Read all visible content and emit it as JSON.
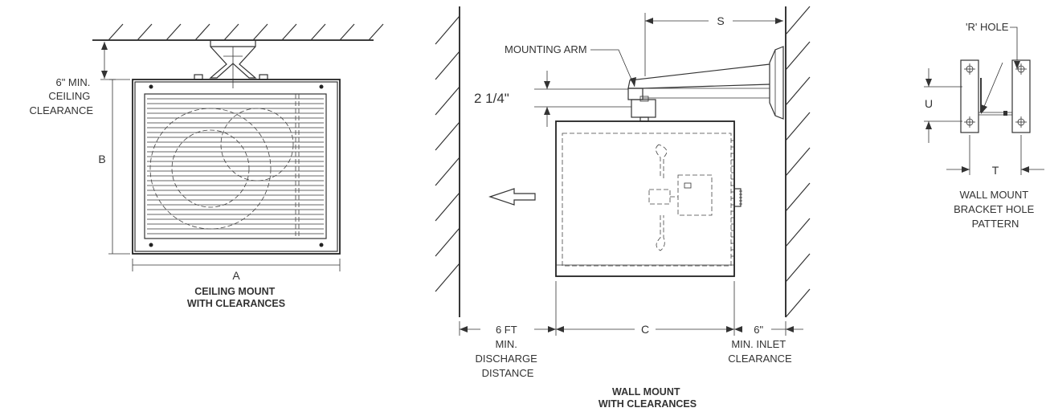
{
  "ceiling_view": {
    "clearance_label": [
      "6\" MIN.",
      "CEILING",
      "CLEARANCE"
    ],
    "dim_b": "B",
    "dim_a": "A",
    "caption": [
      "CEILING MOUNT",
      "WITH CLEARANCES"
    ]
  },
  "wall_view": {
    "mounting_arm_label": "MOUNTING ARM",
    "dim_s": "S",
    "dim_offset": "2 1/4\"",
    "discharge_label": [
      "6 FT",
      "MIN.",
      "DISCHARGE",
      "DISTANCE"
    ],
    "dim_c": "C",
    "inlet_label": [
      "6\"",
      "MIN. INLET",
      "CLEARANCE"
    ],
    "caption": [
      "WALL MOUNT",
      "WITH CLEARANCES"
    ]
  },
  "bracket_view": {
    "hole_label": "'R' HOLE",
    "dim_u": "U",
    "dim_t": "T",
    "caption": [
      "WALL MOUNT",
      "BRACKET HOLE",
      "PATTERN"
    ]
  }
}
